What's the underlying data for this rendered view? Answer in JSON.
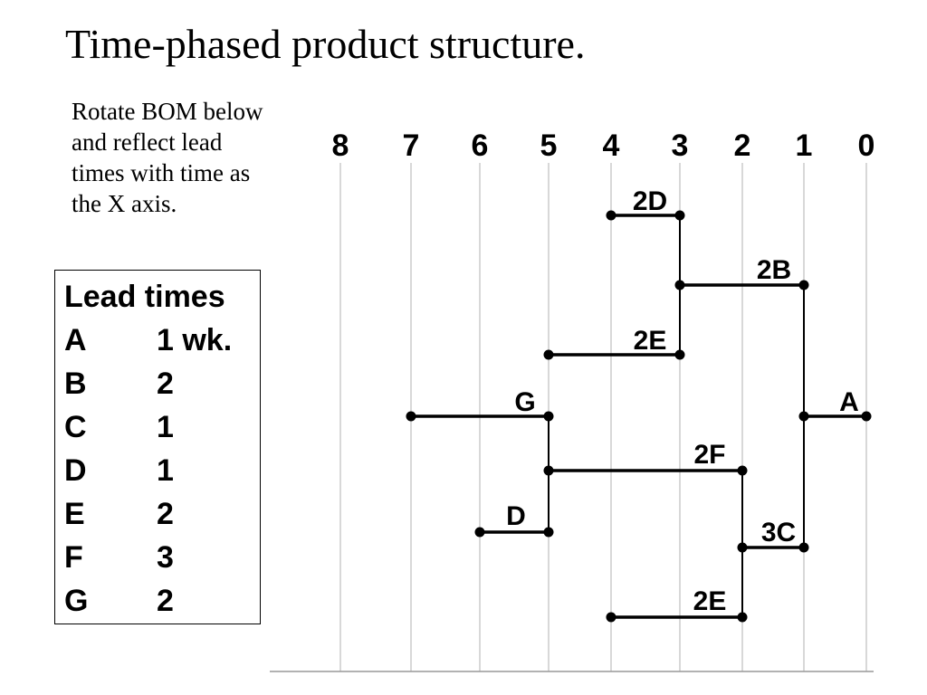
{
  "title": "Time-phased product structure.",
  "note": [
    "Rotate BOM below",
    "and reflect lead",
    "times with time as",
    "the X axis."
  ],
  "lead_times": {
    "heading": "Lead times",
    "rows": [
      {
        "item": "A",
        "value": "1 wk."
      },
      {
        "item": "B",
        "value": "2"
      },
      {
        "item": "C",
        "value": "1"
      },
      {
        "item": "D",
        "value": "1"
      },
      {
        "item": "E",
        "value": "2"
      },
      {
        "item": "F",
        "value": "3"
      },
      {
        "item": "G",
        "value": "2"
      }
    ]
  },
  "timeline": {
    "ticks": [
      "8",
      "7",
      "6",
      "5",
      "4",
      "3",
      "2",
      "1",
      "0"
    ]
  },
  "segments": [
    {
      "label": "2D",
      "start": 4,
      "end": 3
    },
    {
      "label": "2B",
      "start": 3,
      "end": 1
    },
    {
      "label": "2E",
      "start": 5,
      "end": 3
    },
    {
      "label": "G",
      "start": 7,
      "end": 5
    },
    {
      "label": "A",
      "start": 1,
      "end": 0
    },
    {
      "label": "2F",
      "start": 5,
      "end": 2
    },
    {
      "label": "D",
      "start": 6,
      "end": 5
    },
    {
      "label": "3C",
      "start": 2,
      "end": 1
    },
    {
      "label": "2E",
      "start": 4,
      "end": 2
    }
  ],
  "connectors": [
    {
      "at": 3,
      "from_segment": 0,
      "to_segment": 2
    },
    {
      "at": 1,
      "from_segment": 1,
      "to_segment": 7
    },
    {
      "at": 5,
      "from_segment": 3,
      "to_segment": 6
    },
    {
      "at": 2,
      "from_segment": 5,
      "to_segment": 8
    }
  ],
  "colors": {
    "ink": "#000000",
    "grid": "#b0b0b0"
  }
}
